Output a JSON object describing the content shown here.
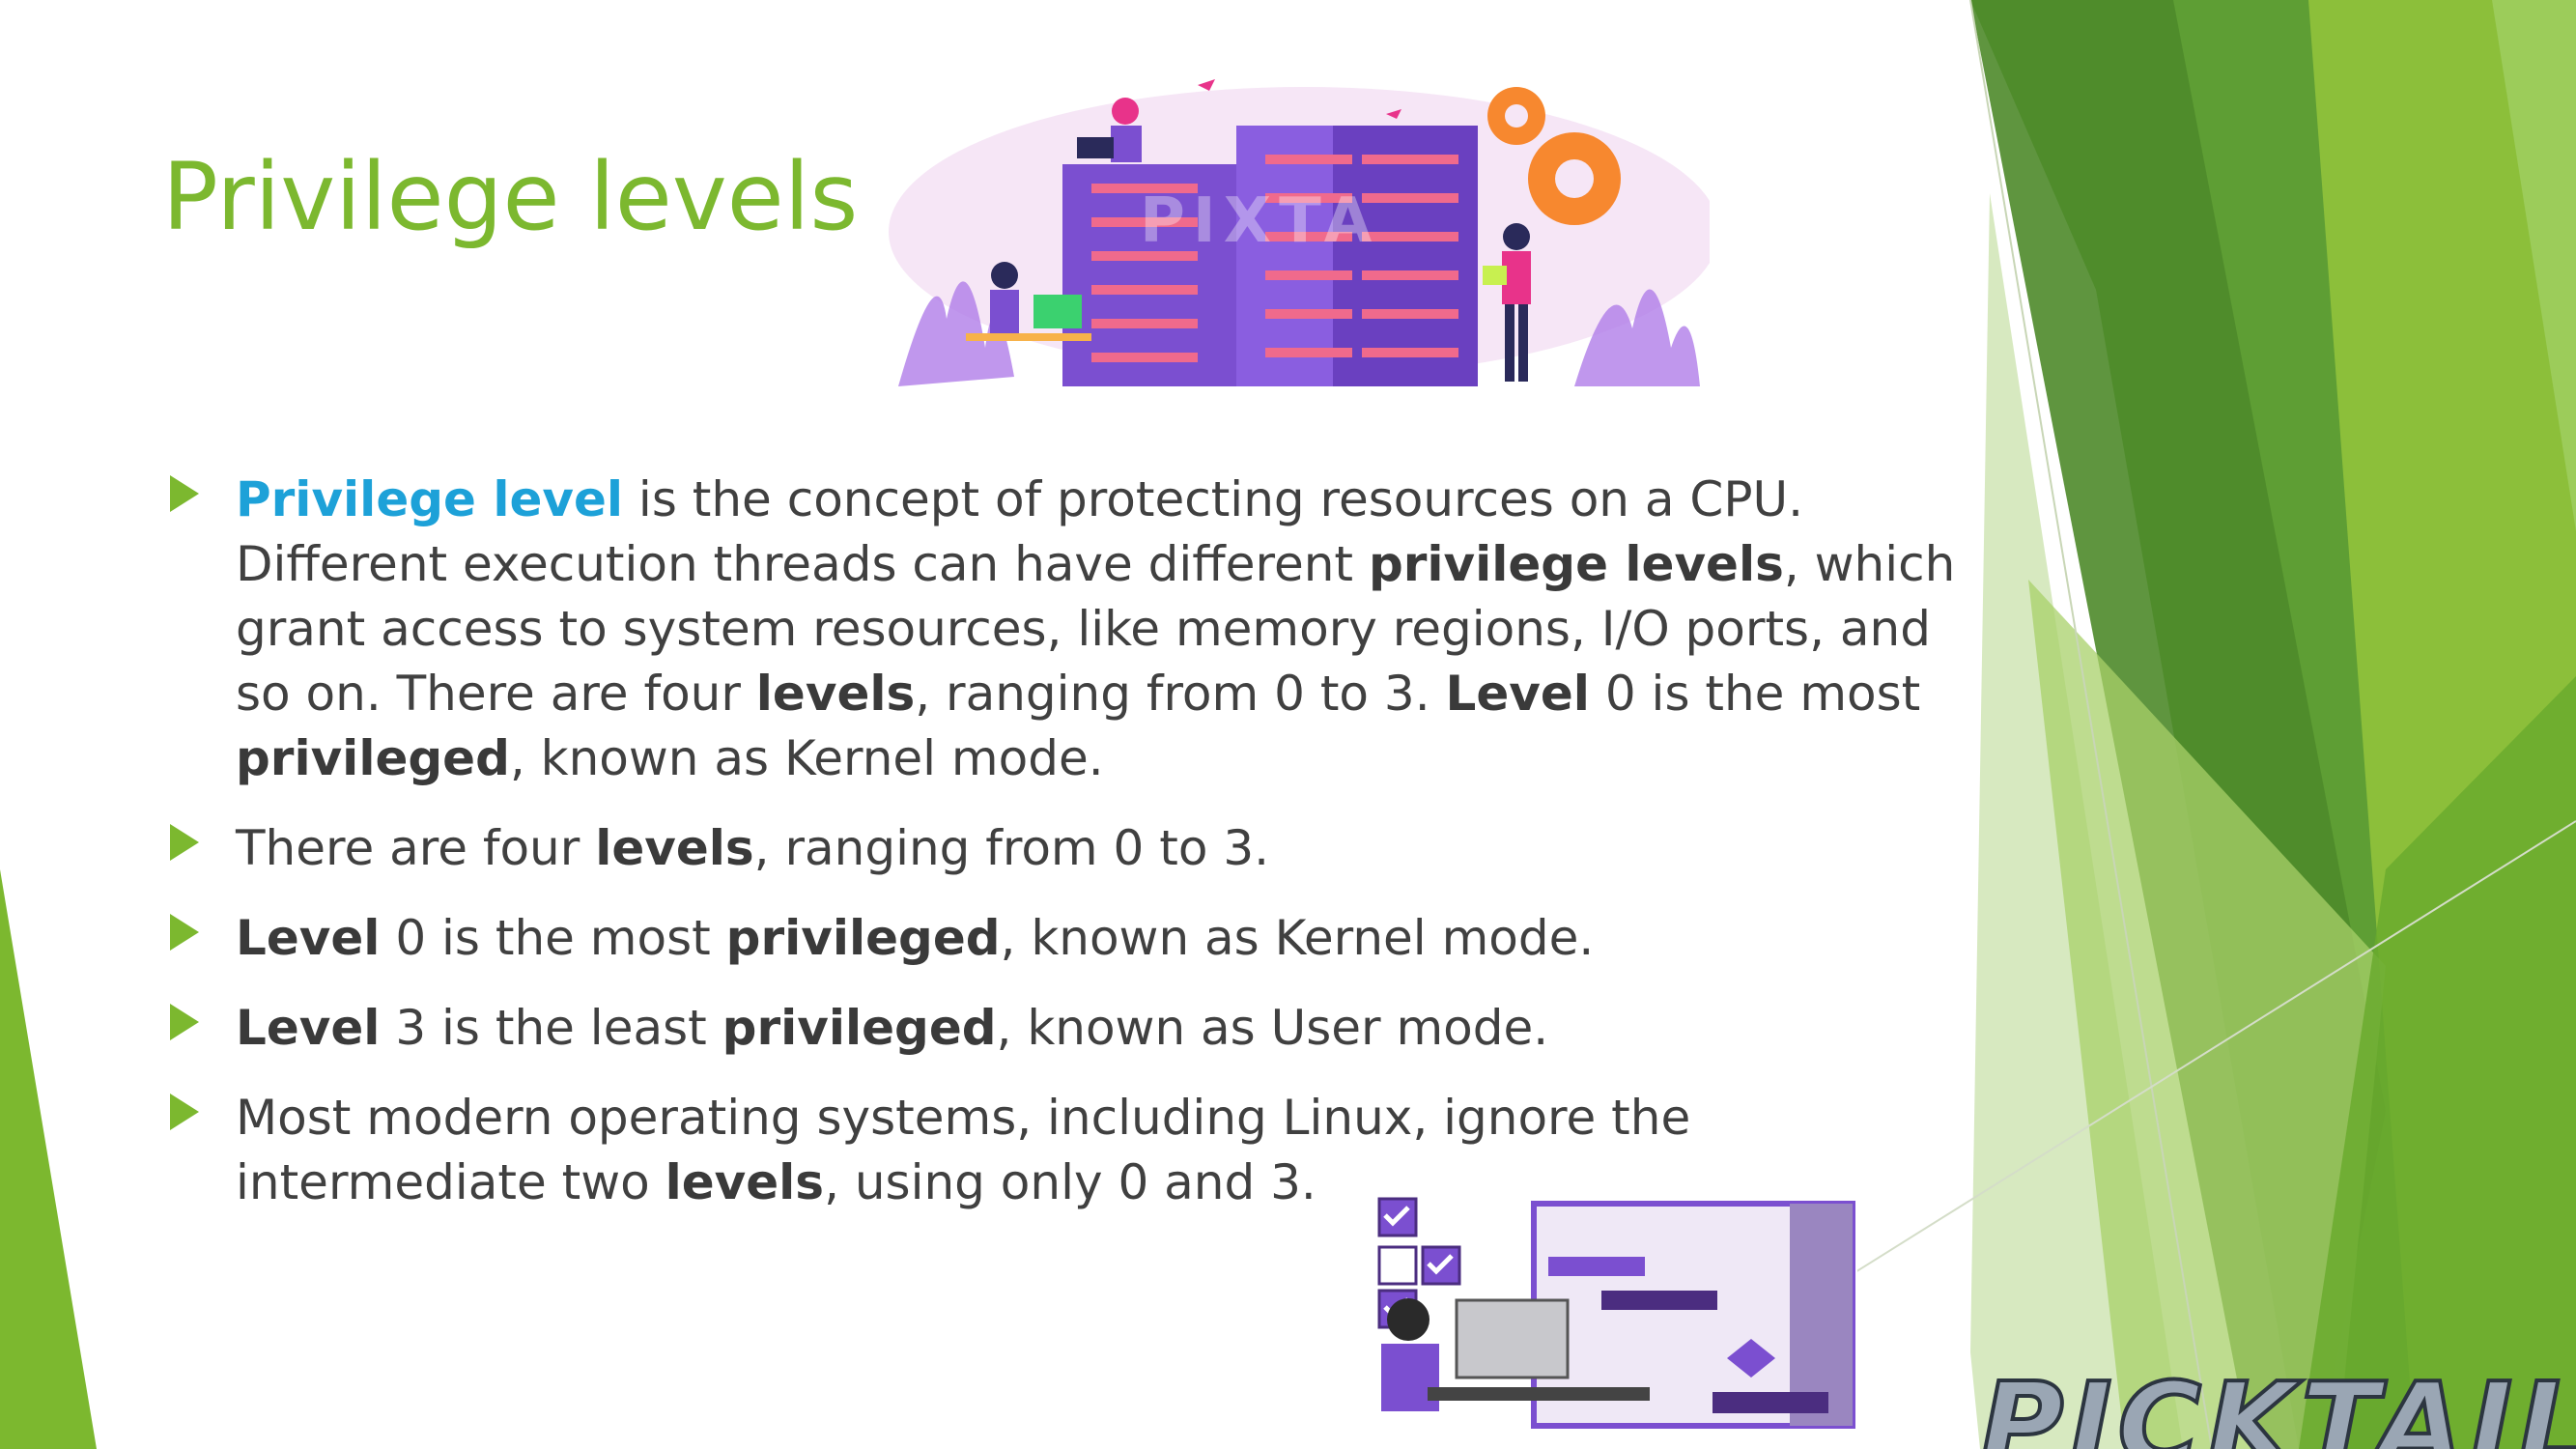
{
  "slide": {
    "title": "Privilege levels",
    "bullets": [
      {
        "runs": [
          {
            "text": "Privilege level",
            "style": "highlight"
          },
          {
            "text": " is the concept of protecting resources on a CPU. Different execution threads can have different "
          },
          {
            "text": "privilege levels",
            "style": "bold"
          },
          {
            "text": ", which grant access to system resources, like memory regions, I/O ports, and so on. There are four "
          },
          {
            "text": "levels",
            "style": "bold"
          },
          {
            "text": ", ranging from 0 to 3. "
          },
          {
            "text": "Level",
            "style": "bold"
          },
          {
            "text": " 0 is the most "
          },
          {
            "text": "privileged",
            "style": "bold"
          },
          {
            "text": ", known as Kernel mode."
          }
        ]
      },
      {
        "runs": [
          {
            "text": "There are four "
          },
          {
            "text": "levels",
            "style": "bold"
          },
          {
            "text": ", ranging from 0 to 3."
          }
        ]
      },
      {
        "runs": [
          {
            "text": "Level",
            "style": "bold"
          },
          {
            "text": " 0 is the most "
          },
          {
            "text": "privileged",
            "style": "bold"
          },
          {
            "text": ", known as Kernel mode."
          }
        ]
      },
      {
        "runs": [
          {
            "text": "Level",
            "style": "bold"
          },
          {
            "text": " 3 is the least "
          },
          {
            "text": "privileged",
            "style": "bold"
          },
          {
            "text": ", known as User mode."
          }
        ]
      },
      {
        "runs": [
          {
            "text": "Most modern operating systems, including Linux, ignore the intermediate two "
          },
          {
            "text": "levels",
            "style": "bold"
          },
          {
            "text": ", using only 0 and 3."
          }
        ]
      }
    ],
    "logo_text": "PICKTAIL",
    "watermark_text": "PIXTA"
  },
  "colors": {
    "title": "#7cb82f",
    "highlight": "#1da1d8",
    "body_text": "#404040",
    "bullet_arrow": "#7cb82f",
    "green_dark": "#4e8a2a",
    "green_mid": "#6aaa2e",
    "green_light": "#9ccc5a",
    "purple": "#7b4fd0"
  },
  "icons": {
    "bullet": "triangle-right-icon",
    "illustration_top": "server-datacenter-illustration",
    "illustration_bottom": "project-planning-illustration"
  }
}
